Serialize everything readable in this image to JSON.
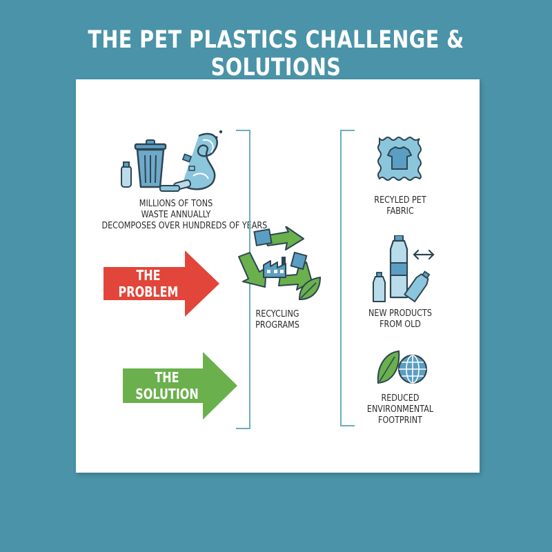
{
  "title": "THE PET PLASTICS CHALLENGE & SOLUTIONS",
  "problem": {
    "arrow_line1": "THE",
    "arrow_line2": "PROBLEM",
    "caption_line1": "MILLIONS OF TONS",
    "caption_line2": "WASTE ANNUALLY",
    "caption_line3": "DECOMPOSES OVER HUNDREDS OF YEARS",
    "icon": "trash-bin-wave-icon"
  },
  "solution": {
    "arrow_line1": "THE",
    "arrow_line2": "SOLUTION"
  },
  "center": {
    "caption_line1": "RECYCLING",
    "caption_line2": "PROGRAMS",
    "icon": "recycling-icon"
  },
  "outcomes": [
    {
      "line1": "RECYLED PET",
      "line2": "FABRIC",
      "line3": "",
      "icon": "tshirt-fabric-icon"
    },
    {
      "line1": "NEW PRODUCTS",
      "line2": "FROM OLD",
      "line3": "",
      "icon": "bottles-exchange-icon"
    },
    {
      "line1": "REDUCED",
      "line2": "ENVIRONMENTAL",
      "line3": "FOOTPRINT",
      "icon": "leaf-globe-icon"
    }
  ],
  "colors": {
    "background": "#4a93a8",
    "problem_red": "#e2453a",
    "solution_green": "#6ab04c",
    "icon_blue": "#5b9ec3",
    "icon_dark": "#2d4450",
    "bracket": "#6aaebb"
  }
}
